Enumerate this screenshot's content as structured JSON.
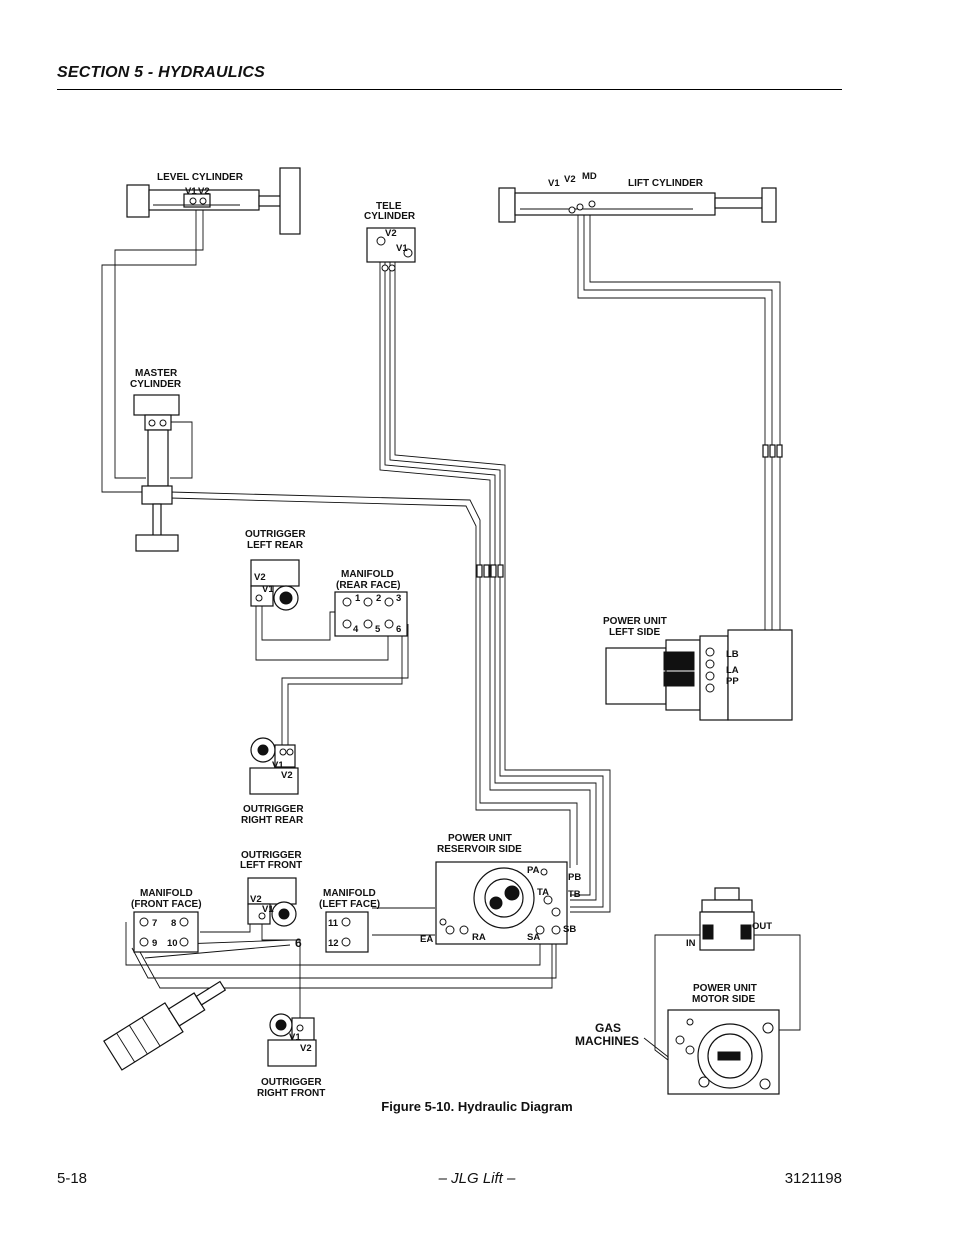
{
  "header": {
    "section_title": "SECTION 5 - HYDRAULICS"
  },
  "figure": {
    "caption": "Figure 5-10.  Hydraulic Diagram"
  },
  "footer": {
    "page_number": "5-18",
    "publisher": "– JLG Lift –",
    "doc_number": "3121198"
  },
  "labels": {
    "level_cylinder": "LEVEL CYLINDER",
    "tele_cylinder_1": "TELE",
    "tele_cylinder_2": "CYLINDER",
    "lift_cylinder": "LIFT CYLINDER",
    "master_cylinder_1": "MASTER",
    "master_cylinder_2": "CYLINDER",
    "outrigger_left_rear_1": "OUTRIGGER",
    "outrigger_left_rear_2": "LEFT REAR",
    "manifold_rear_1": "MANIFOLD",
    "manifold_rear_2": "(REAR FACE)",
    "power_unit_left_1": "POWER UNIT",
    "power_unit_left_2": "LEFT SIDE",
    "outrigger_right_rear_1": "OUTRIGGER",
    "outrigger_right_rear_2": "RIGHT REAR",
    "power_unit_reservoir_1": "POWER UNIT",
    "power_unit_reservoir_2": "RESERVOIR SIDE",
    "outrigger_left_front_1": "OUTRIGGER",
    "outrigger_left_front_2": "LEFT FRONT",
    "manifold_front_1": "MANIFOLD",
    "manifold_front_2": "(FRONT FACE)",
    "manifold_left_1": "MANIFOLD",
    "manifold_left_2": "(LEFT FACE)",
    "power_unit_motor_1": "POWER UNIT",
    "power_unit_motor_2": "MOTOR SIDE",
    "outrigger_right_front_1": "OUTRIGGER",
    "outrigger_right_front_2": "RIGHT FRONT",
    "gas_machines_1": "GAS",
    "gas_machines_2": "MACHINES",
    "in": "IN",
    "out": "OUT"
  },
  "ports": {
    "v1": "V1",
    "v2": "V2",
    "md": "MD",
    "lb": "LB",
    "la": "LA",
    "pp": "PP",
    "pa": "PA",
    "pb": "PB",
    "ta": "TA",
    "tb": "TB",
    "ea": "EA",
    "ra": "RA",
    "sa": "SA",
    "sb": "SB",
    "p1": "1",
    "p2": "2",
    "p3": "3",
    "p4": "4",
    "p5": "5",
    "p6": "6",
    "p7": "7",
    "p8": "8",
    "p9": "9",
    "p10": "10",
    "p11": "11",
    "p12": "12",
    "six": "6"
  }
}
